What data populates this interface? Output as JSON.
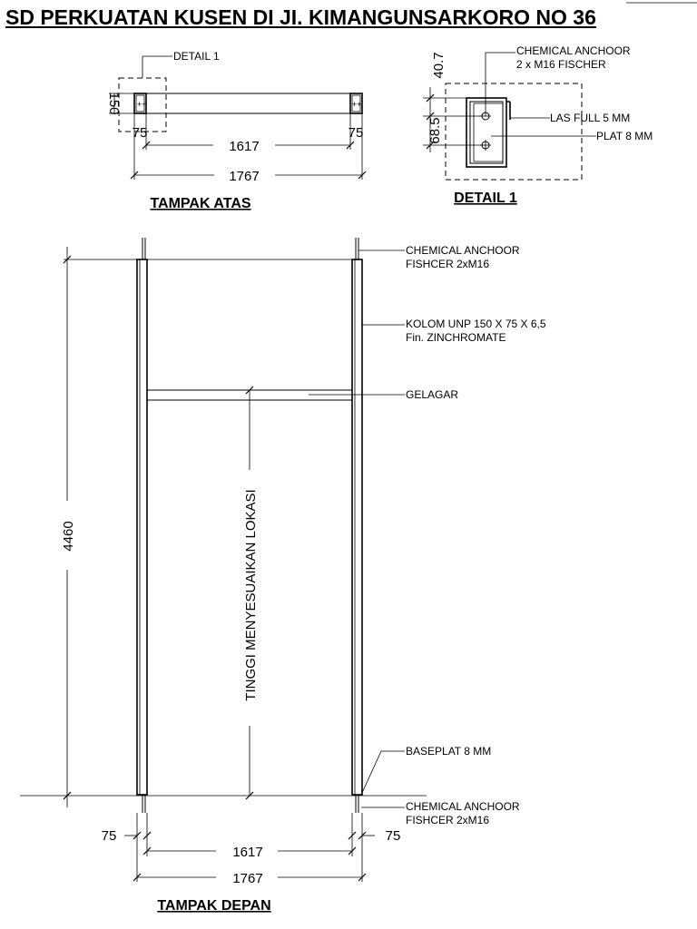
{
  "title": "SD PERKUATAN KUSEN DI JI. KIMANGUNSARKORO NO 36",
  "views": {
    "top_view": "TAMPAK ATAS",
    "detail_view": "DETAIL 1",
    "front_view": "TAMPAK DEPAN"
  },
  "top_view": {
    "detail_callout": "DETAIL 1",
    "dim_height": "150",
    "dim_left": "75",
    "dim_right": "75",
    "dim_inner": "1617",
    "dim_overall": "1767"
  },
  "detail_1": {
    "anchor_line1": "CHEMICAL ANCHOOR",
    "anchor_line2": "2 x M16 FISCHER",
    "weld": "LAS FULL 5 MM",
    "plate": "PLAT 8 MM",
    "dim_top": "40.7",
    "dim_mid": "68.5"
  },
  "front_view": {
    "anchor_top_line1": "CHEMICAL ANCHOOR",
    "anchor_top_line2": "FISHCER 2xM16",
    "column_line1": "KOLOM UNP 150 X 75 X 6,5",
    "column_line2": "Fin. ZINCHROMATE",
    "beam": "GELAGAR",
    "height_note": "TINGGI MENYESUAIKAN LOKASI",
    "dim_height": "4460",
    "baseplate": "BASEPLAT 8 MM",
    "anchor_bottom_line1": "CHEMICAL ANCHOOR",
    "anchor_bottom_line2": "FISHCER 2xM16",
    "dim_left": "75",
    "dim_right": "75",
    "dim_inner": "1617",
    "dim_overall": "1767"
  }
}
